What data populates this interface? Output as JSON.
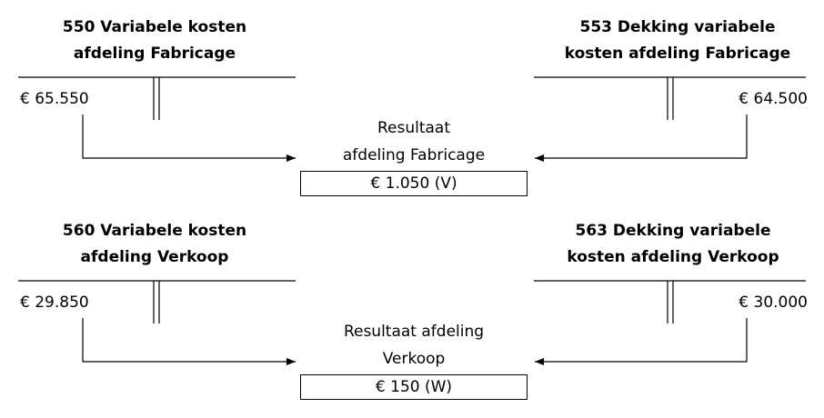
{
  "section1": {
    "left_account": {
      "title_line1": "550 Variabele kosten",
      "title_line2": "afdeling Fabricage",
      "amount": "€  65.550"
    },
    "right_account": {
      "title_line1": "553 Dekking variabele",
      "title_line2": "kosten afdeling Fabricage",
      "amount": "€ 64.500"
    },
    "result": {
      "line1": "Resultaat",
      "line2": "afdeling Fabricage",
      "value": "€ 1.050 (V)"
    }
  },
  "section2": {
    "left_account": {
      "title_line1": "560 Variabele kosten",
      "title_line2": "afdeling Verkoop",
      "amount": "€  29.850"
    },
    "right_account": {
      "title_line1": "563 Dekking variabele",
      "title_line2": "kosten afdeling Verkoop",
      "amount": "€ 30.000"
    },
    "result": {
      "line1": "Resultaat afdeling",
      "line2": "Verkoop",
      "value": "€ 150 (W)"
    }
  }
}
